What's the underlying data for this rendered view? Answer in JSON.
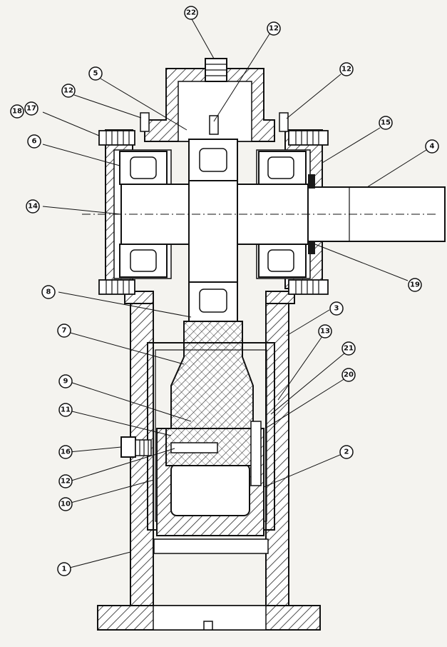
{
  "callouts": [
    {
      "id": "c-22",
      "label": "22"
    },
    {
      "id": "c-5",
      "label": "5"
    },
    {
      "id": "c-12a",
      "label": "12"
    },
    {
      "id": "c-12b",
      "label": "12"
    },
    {
      "id": "c-12c",
      "label": "12"
    },
    {
      "id": "c-17",
      "label": "17"
    },
    {
      "id": "c-18",
      "label": "18"
    },
    {
      "id": "c-15",
      "label": "15"
    },
    {
      "id": "c-4",
      "label": "4"
    },
    {
      "id": "c-6",
      "label": "6"
    },
    {
      "id": "c-14",
      "label": "14"
    },
    {
      "id": "c-19",
      "label": "19"
    },
    {
      "id": "c-8",
      "label": "8"
    },
    {
      "id": "c-3",
      "label": "3"
    },
    {
      "id": "c-7",
      "label": "7"
    },
    {
      "id": "c-13",
      "label": "13"
    },
    {
      "id": "c-21",
      "label": "21"
    },
    {
      "id": "c-20",
      "label": "20"
    },
    {
      "id": "c-9",
      "label": "9"
    },
    {
      "id": "c-11",
      "label": "11"
    },
    {
      "id": "c-16",
      "label": "16"
    },
    {
      "id": "c-2",
      "label": "2"
    },
    {
      "id": "c-12d",
      "label": "12"
    },
    {
      "id": "c-10",
      "label": "10"
    },
    {
      "id": "c-1",
      "label": "1"
    }
  ]
}
